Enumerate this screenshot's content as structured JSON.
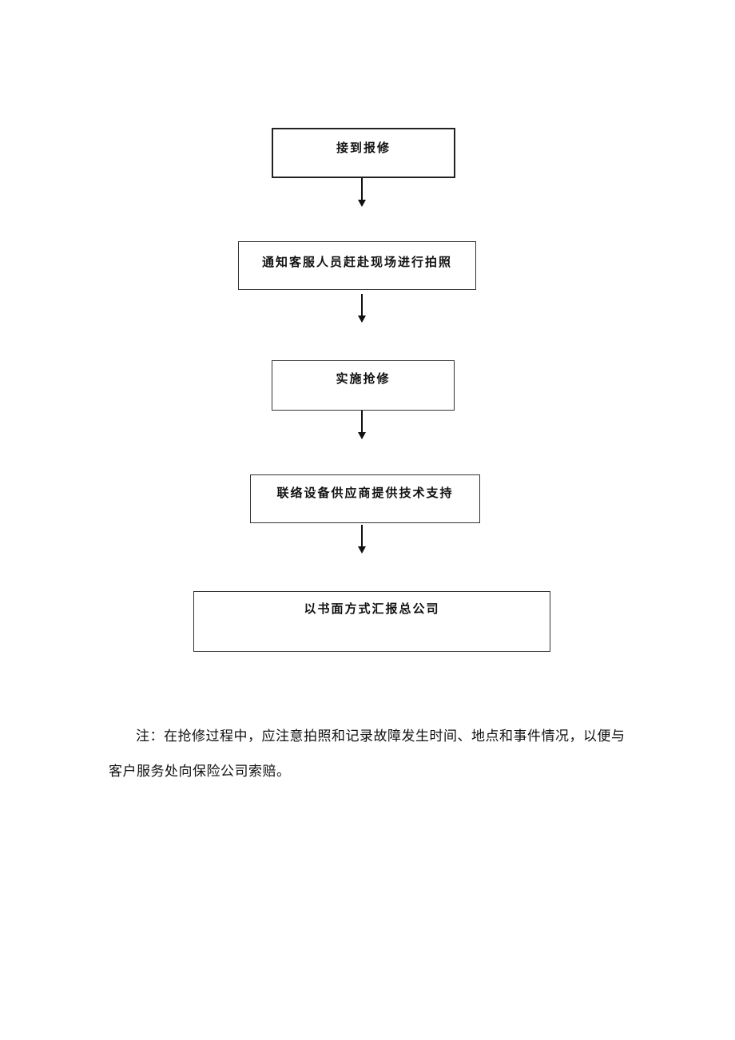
{
  "flowchart": {
    "steps": [
      {
        "label": "接到报修"
      },
      {
        "label": "通知客服人员赶赴现场进行拍照"
      },
      {
        "label": "实施抢修"
      },
      {
        "label": "联络设备供应商提供技术支持"
      },
      {
        "label": "以书面方式汇报总公司"
      }
    ]
  },
  "note": {
    "text": "注：在抢修过程中，应注意拍照和记录故障发生时间、地点和事件情况，以便与客户服务处向保险公司索赔。"
  }
}
